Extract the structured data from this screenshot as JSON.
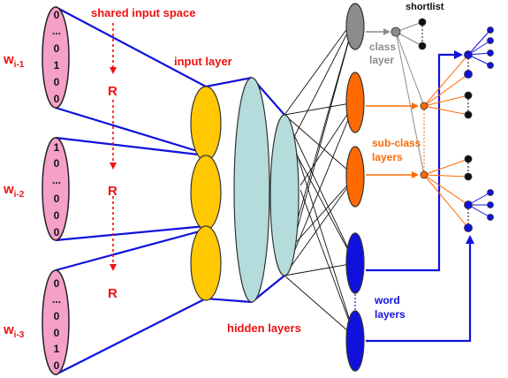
{
  "labels": {
    "shared_input_space": "shared input space",
    "input_layer": "input layer",
    "hidden_layers": "hidden layers",
    "shortlist": "shortlist",
    "class_layer_line1": "class",
    "class_layer_line2": "layer",
    "subclass_line1": "sub-class",
    "subclass_line2": "layers",
    "word_line1": "word",
    "word_line2": "layers"
  },
  "projection_symbol": "R",
  "inputs": [
    {
      "word_base": "w",
      "word_sub": "i-1",
      "bits": [
        "0",
        "...",
        "0",
        "1",
        "0",
        "0"
      ]
    },
    {
      "word_base": "w",
      "word_sub": "i-2",
      "bits": [
        "1",
        "0",
        "...",
        "0",
        "0",
        "0"
      ]
    },
    {
      "word_base": "w",
      "word_sub": "i-3",
      "bits": [
        "0",
        "...",
        "0",
        "0",
        "1",
        "0"
      ]
    }
  ],
  "colors": {
    "red": "#ee1111",
    "blue": "#1111dd",
    "orange": "#ff6a00",
    "gray": "#8c8c8c",
    "input_fill": "#f4a0c8",
    "input_layer_fill": "#ffc800",
    "hidden_fill": "#b4dcdc"
  }
}
